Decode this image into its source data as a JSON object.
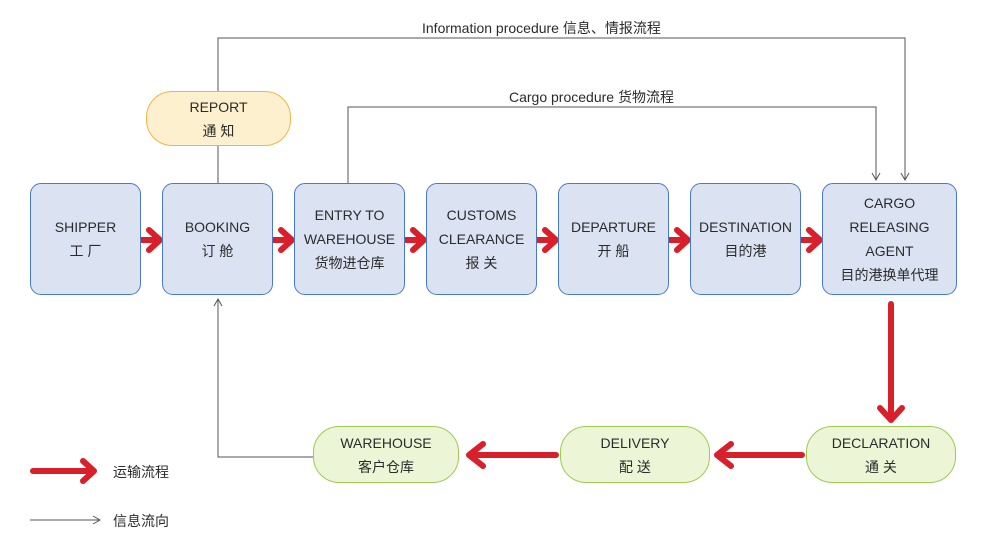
{
  "top_labels": {
    "information": "Information procedure  信息、情报流程",
    "cargo": "Cargo procedure  货物流程"
  },
  "nodes": {
    "report": [
      "REPORT",
      "通 知"
    ],
    "shipper": [
      "SHIPPER",
      "工 厂"
    ],
    "booking": [
      "BOOKING",
      "订 舱"
    ],
    "entry": [
      "ENTRY TO",
      "WAREHOUSE",
      "货物进仓库"
    ],
    "customs": [
      "CUSTOMS",
      "CLEARANCE",
      "报 关"
    ],
    "departure": [
      "DEPARTURE",
      "开 船"
    ],
    "destination": [
      "DESTINATION",
      "目的港"
    ],
    "agent": [
      "CARGO",
      "RELEASING",
      "AGENT",
      "目的港换单代理"
    ],
    "declaration": [
      "DECLARATION",
      "通 关"
    ],
    "delivery": [
      "DELIVERY",
      "配 送"
    ],
    "warehouse": [
      "WAREHOUSE",
      "客户仓库"
    ]
  },
  "legend": {
    "transport": "运输流程",
    "information": "信息流向"
  },
  "colors": {
    "red_arrow": "#d9202a",
    "blue_fill": "#dbe3f3",
    "blue_border": "#4a79c8",
    "yellow_fill": "#fdf0cf",
    "yellow_border": "#f3b24a",
    "green_fill": "#ecf6d6",
    "green_border": "#9ccb53",
    "thin_line": "#555555"
  }
}
